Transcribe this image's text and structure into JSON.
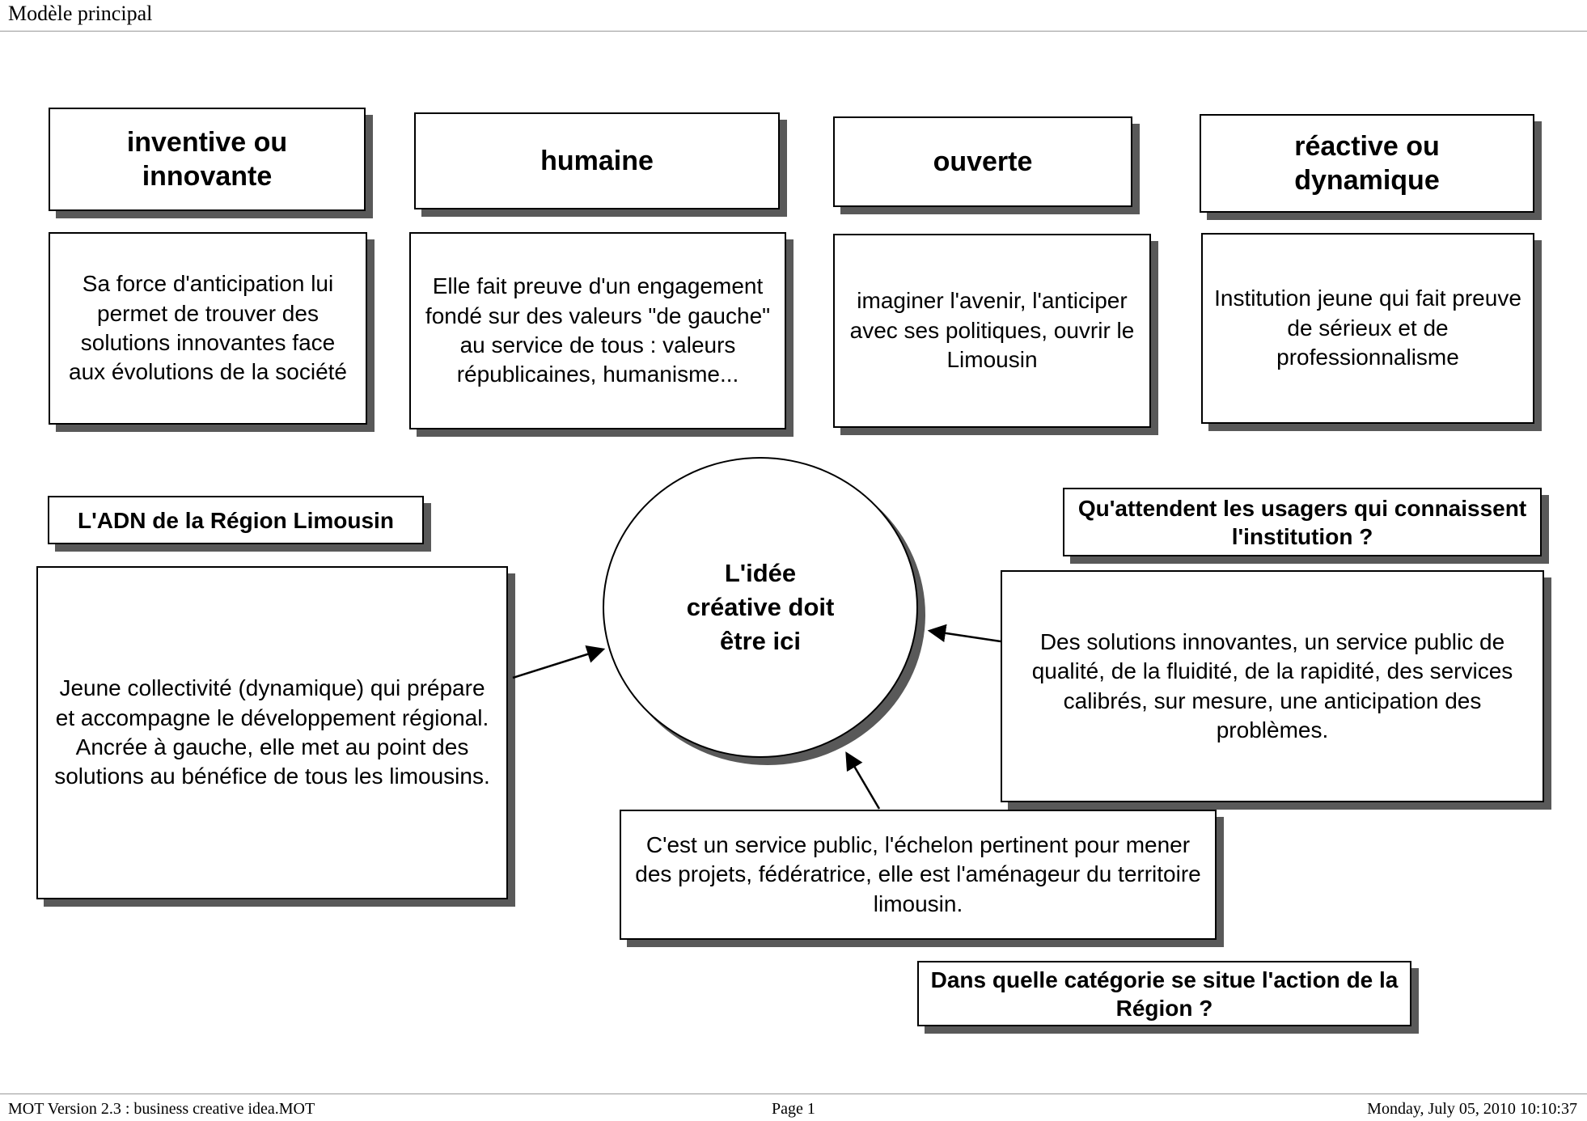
{
  "page": {
    "title": "Modèle principal",
    "footer_left": "MOT Version 2.3 : business creative idea.MOT",
    "footer_center": "Page 1",
    "footer_right": "Monday, July 05, 2010 10:10:37"
  },
  "center": {
    "text": "L'idée\ncréative doit\nêtre ici"
  },
  "top_boxes": [
    {
      "title": "inventive ou\ninnovante",
      "description": "Sa force d'anticipation lui permet de trouver des solutions innovantes face aux évolutions de la société"
    },
    {
      "title": "humaine",
      "description": "Elle fait preuve d'un engagement fondé sur des valeurs \"de gauche\" au service de tous : valeurs républicaines, humanisme..."
    },
    {
      "title": "ouverte",
      "description": "imaginer l'avenir, l'anticiper avec ses politiques, ouvrir le Limousin"
    },
    {
      "title": "réactive ou\ndynamique",
      "description": "Institution jeune qui fait preuve de sérieux et de professionnalisme"
    }
  ],
  "left_section": {
    "label": "L'ADN de la Région Limousin",
    "text": "Jeune collectivité (dynamique) qui prépare et accompagne le développement régional.\nAncrée à gauche, elle met au point des solutions au bénéfice de tous les limousins."
  },
  "right_section": {
    "label": "Qu'attendent les usagers qui connaissent l'institution ?",
    "text": "Des solutions innovantes, un service public de qualité, de la fluidité, de la rapidité, des services calibrés, sur mesure, une anticipation des problèmes."
  },
  "bottom_section": {
    "text": "C'est un service public, l'échelon pertinent pour mener des projets, fédératrice, elle est l'aménageur du territoire limousin.",
    "label": "Dans quelle catégorie se situe l'action de la Région ?"
  },
  "colors": {
    "shadow": "#595959",
    "border": "#000000",
    "background": "#ffffff"
  }
}
